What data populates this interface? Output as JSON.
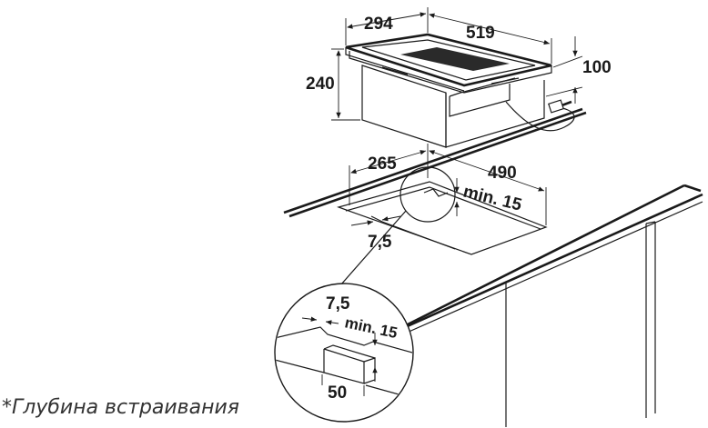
{
  "dimensions": {
    "hob_depth": "294",
    "hob_width": "519",
    "total_height": "240",
    "top_height": "100",
    "cutout_depth": "265",
    "cutout_width": "490",
    "min_front": "min. 15",
    "front_offset": "7,5",
    "detail_offset": "7,5",
    "detail_min": "min. 15",
    "detail_depth": "50"
  },
  "footnote": "*Глубина встраивания"
}
